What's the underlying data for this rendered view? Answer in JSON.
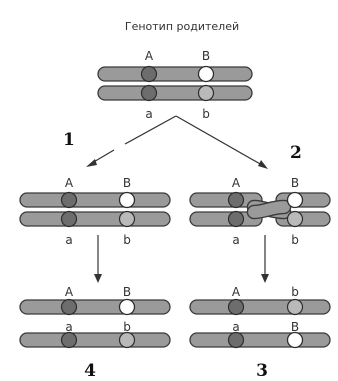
{
  "title": "Генотип родителей",
  "labels": {
    "A": "A",
    "B": "B",
    "a": "a",
    "b": "b"
  },
  "numbers": {
    "one": "1",
    "two": "2",
    "three": "3",
    "four": "4"
  }
}
